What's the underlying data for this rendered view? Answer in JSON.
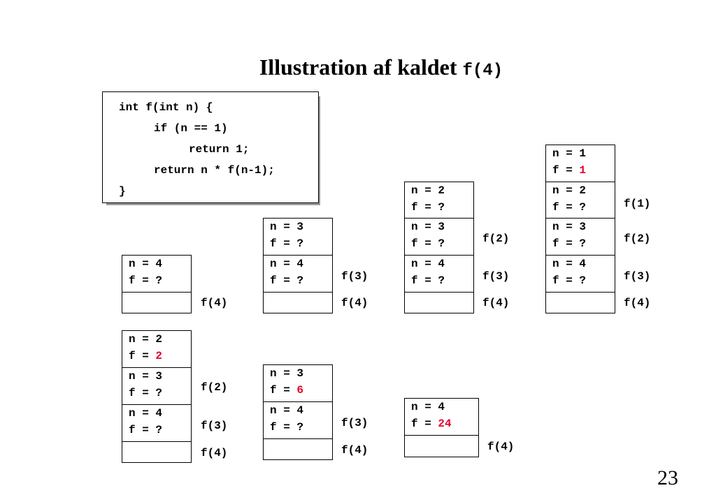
{
  "title": {
    "text": "Illustration af kaldet",
    "code": "f(4)"
  },
  "code": [
    "int f(int n) {",
    "if (n == 1)",
    "return 1;",
    "return n * f(n-1);",
    "}"
  ],
  "frame_texts": {
    "n4": "n = 4",
    "n3": "n = 3",
    "n2": "n = 2",
    "n1": "n = 1",
    "f_prefix": "f = ",
    "f_unknown": "?",
    "v1": "1",
    "v2": "2",
    "v6": "6",
    "v24": "24"
  },
  "labels": {
    "f1": "f(1)",
    "f2": "f(2)",
    "f3": "f(3)",
    "f4": "f(4)"
  },
  "page_number": "23",
  "colors": {
    "highlight": "#e4002b"
  }
}
